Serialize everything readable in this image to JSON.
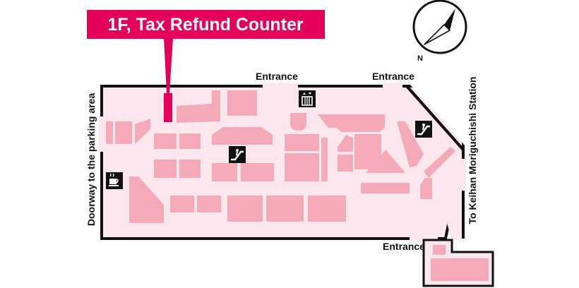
{
  "callout": {
    "label": "1F, Tax Refund Counter"
  },
  "compass": {
    "north_label": "N"
  },
  "labels": {
    "entrance_top_left": "Entrance",
    "entrance_top_right": "Entrance",
    "entrance_bottom": "Entrance",
    "doorway_parking": "Doorway to the parking area",
    "to_station": "To Keihan Moriguchishi Station"
  },
  "icons": {
    "elevator": "elevator-icon",
    "escalator": "escalator-icon",
    "cafe": "coffee-cup-icon"
  },
  "colors": {
    "floor": "#fde7ee",
    "store": "#f4aab9",
    "highlight": "#e4005a",
    "outline": "#111111"
  }
}
